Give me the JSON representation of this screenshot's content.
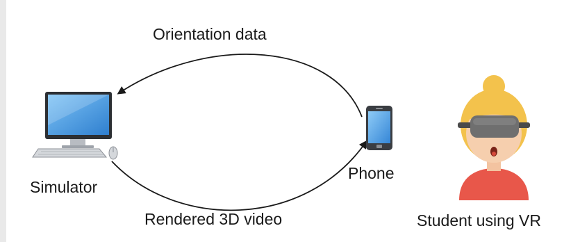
{
  "diagram": {
    "labels": {
      "orientation": "Orientation data",
      "rendered": "Rendered 3D video",
      "simulator": "Simulator",
      "phone": "Phone",
      "student": "Student using VR"
    },
    "icons": {
      "computer": "desktop-computer-icon",
      "phone": "smartphone-icon",
      "student": "student-with-vr-headset-icon"
    },
    "colors": {
      "screen_blue": "#3f8fd9",
      "hair_yellow": "#f3c24c",
      "shirt_red": "#e8574a",
      "headset_gray": "#6f6f6f",
      "skin": "#f6cfae"
    }
  }
}
